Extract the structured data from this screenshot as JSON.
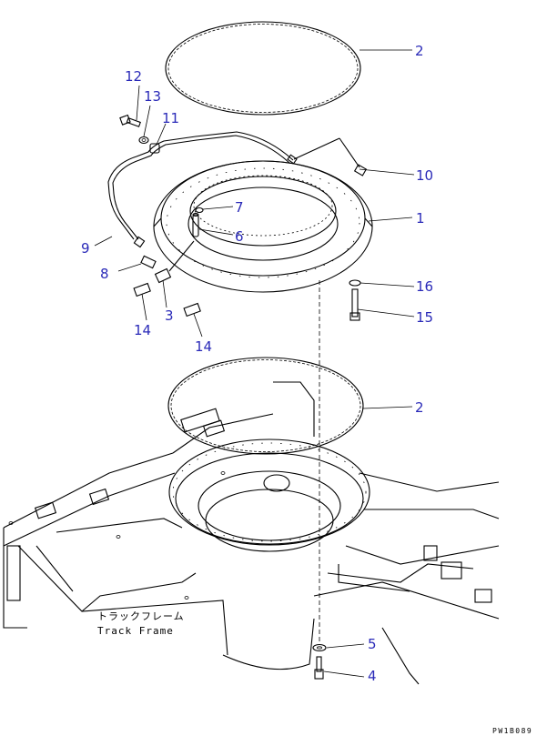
{
  "labels": {
    "p1": "1",
    "p2a": "2",
    "p2b": "2",
    "p3": "3",
    "p4": "4",
    "p5": "5",
    "p6": "6",
    "p7": "7",
    "p8": "8",
    "p9": "9",
    "p10": "10",
    "p11": "11",
    "p12": "12",
    "p13": "13",
    "p14a": "14",
    "p14b": "14",
    "p15": "15",
    "p16": "16"
  },
  "frame": {
    "jp": "トラックフレーム",
    "en": "Track Frame"
  },
  "code": "PW1B089",
  "label_color": "#2a2ab8"
}
